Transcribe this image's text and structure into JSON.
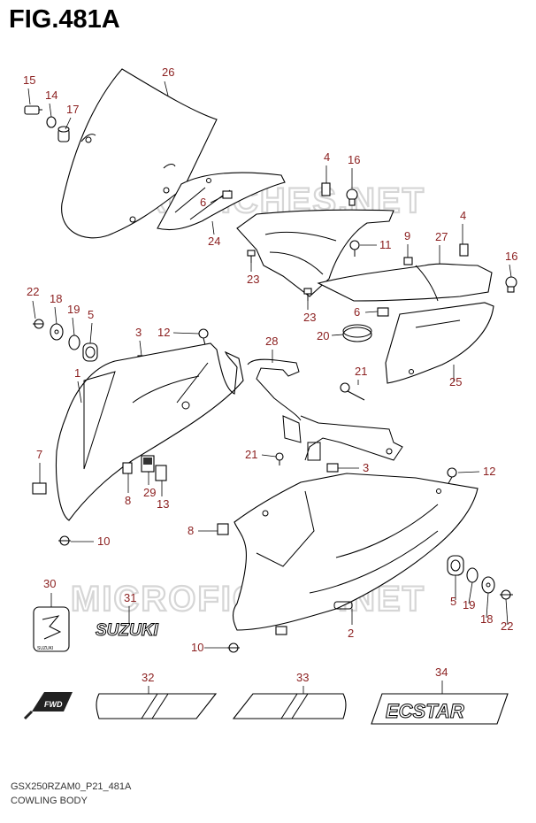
{
  "figure": {
    "title": "FIG.481A",
    "model_code": "GSX250RZAM0_P21_481A",
    "caption": "COWLING BODY"
  },
  "watermark": "MICROFICHES.NET",
  "emblem_text": {
    "suzuki_small": "SUZUKI",
    "suzuki_large": "SUZUKI",
    "fwd": "FWD",
    "ecstar": "ECSTAR"
  },
  "callouts": [
    {
      "id": "c26",
      "label": "26"
    },
    {
      "id": "c15",
      "label": "15"
    },
    {
      "id": "c14",
      "label": "14"
    },
    {
      "id": "c17",
      "label": "17"
    },
    {
      "id": "c4a",
      "label": "4"
    },
    {
      "id": "c16a",
      "label": "16"
    },
    {
      "id": "c6a",
      "label": "6"
    },
    {
      "id": "c24",
      "label": "24"
    },
    {
      "id": "c11",
      "label": "11"
    },
    {
      "id": "c9",
      "label": "9"
    },
    {
      "id": "c27",
      "label": "27"
    },
    {
      "id": "c4b",
      "label": "4"
    },
    {
      "id": "c16b",
      "label": "16"
    },
    {
      "id": "c23a",
      "label": "23"
    },
    {
      "id": "c23b",
      "label": "23"
    },
    {
      "id": "c6b",
      "label": "6"
    },
    {
      "id": "c22a",
      "label": "22"
    },
    {
      "id": "c18a",
      "label": "18"
    },
    {
      "id": "c19a",
      "label": "19"
    },
    {
      "id": "c5a",
      "label": "5"
    },
    {
      "id": "c3a",
      "label": "3"
    },
    {
      "id": "c12a",
      "label": "12"
    },
    {
      "id": "c28",
      "label": "28"
    },
    {
      "id": "c20",
      "label": "20"
    },
    {
      "id": "c21a",
      "label": "21"
    },
    {
      "id": "c25",
      "label": "25"
    },
    {
      "id": "c1",
      "label": "1"
    },
    {
      "id": "c7",
      "label": "7"
    },
    {
      "id": "c8a",
      "label": "8"
    },
    {
      "id": "c29",
      "label": "29"
    },
    {
      "id": "c13",
      "label": "13"
    },
    {
      "id": "c10a",
      "label": "10"
    },
    {
      "id": "c21b",
      "label": "21"
    },
    {
      "id": "c3b",
      "label": "3"
    },
    {
      "id": "c12b",
      "label": "12"
    },
    {
      "id": "c8b",
      "label": "8"
    },
    {
      "id": "c30",
      "label": "30"
    },
    {
      "id": "c31",
      "label": "31"
    },
    {
      "id": "c5b",
      "label": "5"
    },
    {
      "id": "c19b",
      "label": "19"
    },
    {
      "id": "c18b",
      "label": "18"
    },
    {
      "id": "c22b",
      "label": "22"
    },
    {
      "id": "c2",
      "label": "2"
    },
    {
      "id": "c10b",
      "label": "10"
    },
    {
      "id": "c32",
      "label": "32"
    },
    {
      "id": "c33",
      "label": "33"
    },
    {
      "id": "c34",
      "label": "34"
    }
  ]
}
